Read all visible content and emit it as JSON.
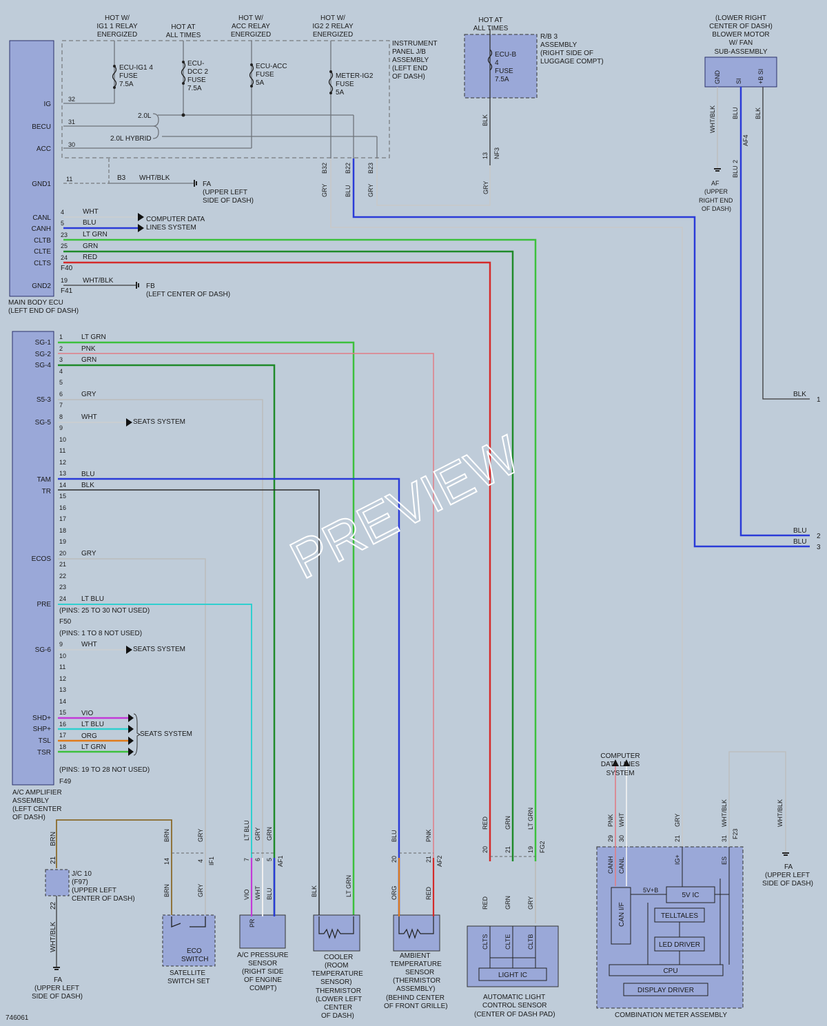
{
  "diagram_id": "746061",
  "watermark": "PREVIEW",
  "colors": {
    "bg": "#bfccd9",
    "comp": "#9aa8d8",
    "compStroke": "#2a2f6a",
    "GRY": "#8a8f97",
    "BLU": "#2a3bd8",
    "LT GRN": "#3cc03c",
    "GRN": "#1f8a2a",
    "RED": "#d42a2a",
    "PNK": "#e07d86",
    "BLK": "#2b2b2b",
    "WHT": "#f4f4f4",
    "WHT/BLK": "#3a3a3a",
    "LT BLU": "#2fcfcf",
    "VIO": "#c23ad8",
    "ORG": "#e07a1a",
    "BRN": "#8a6a2a"
  },
  "headers": [
    {
      "l1": "HOT W/",
      "l2": "IG1 1 RELAY",
      "l3": "ENERGIZED"
    },
    {
      "l1": "HOT AT",
      "l2": "ALL TIMES",
      "l3": ""
    },
    {
      "l1": "HOT W/",
      "l2": "ACC RELAY",
      "l3": "ENERGIZED"
    },
    {
      "l1": "HOT W/",
      "l2": "IG2 2 RELAY",
      "l3": "ENERGIZED"
    },
    {
      "l1": "HOT AT",
      "l2": "ALL TIMES",
      "l3": ""
    }
  ],
  "instrument_jb": [
    "INSTRUMENT",
    "PANEL J/B",
    "ASSEMBLY",
    "(LEFT END",
    "OF DASH)"
  ],
  "rb3": [
    "R/B 3",
    "ASSEMBLY",
    "(RIGHT SIDE OF",
    "LUGGAGE COMPT)"
  ],
  "blower": [
    "(LOWER RIGHT",
    "CENTER OF DASH)",
    "BLOWER MOTOR",
    "W/ FAN",
    "SUB-ASSEMBLY"
  ],
  "fuses": [
    {
      "l1": "ECU-IG1 4",
      "l2": "FUSE",
      "l3": "7.5A"
    },
    {
      "l1": "ECU-",
      "l2": "DCC 2",
      "l3": "FUSE",
      "l4": "7.5A"
    },
    {
      "l1": "ECU-ACC",
      "l2": "FUSE",
      "l3": "5A"
    },
    {
      "l1": "METER-IG2",
      "l2": "FUSE",
      "l3": "5A"
    },
    {
      "l1": "ECU-B",
      "l2": "4",
      "l3": "FUSE",
      "l4": "7.5A"
    }
  ],
  "labels_misc": {
    "l20": "2.0L",
    "hybrid": "2.0L HYBRID",
    "b3": "B3",
    "whtblk": "WHT/BLK",
    "fa": "FA",
    "fa_desc1": "(UPPER LEFT",
    "fa_desc2": "SIDE OF DASH)",
    "fb": "FB",
    "fb_desc": "(LEFT CENTER OF DASH)",
    "cdl1": "COMPUTER DATA",
    "cdl2": "LINES SYSTEM",
    "f40": "F40",
    "f41": "F41",
    "f50": "F50",
    "f49": "F49",
    "b32": "B32",
    "b22": "B22",
    "b23": "B23",
    "nf3": "NF3",
    "af4": "AF4",
    "af": "AF",
    "af_d1": "(UPPER",
    "af_d2": "RIGHT END",
    "af_d3": "OF DASH)",
    "n13": "13",
    "ecu1": "MAIN BODY ECU",
    "ecu2": "(LEFT END OF DASH)",
    "amp1": "A/C AMPLIFIER",
    "amp2": "ASSEMBLY",
    "amp3": "(LEFT CENTER",
    "amp4": "OF DASH)",
    "seats": "SEATS SYSTEM",
    "pins25": "(PINS: 25 TO 30 NOT USED)",
    "pins1": "(PINS: 1 TO 8 NOT USED)",
    "pins19": "(PINS: 19 TO 28 NOT USED)"
  },
  "ecu_pins": [
    "IG",
    "BECU",
    "ACC",
    "GND1",
    "CANL",
    "CANH",
    "CLTB",
    "CLTE",
    "CLTS",
    "GND2"
  ],
  "amp_pins": [
    "SG-1",
    "SG-2",
    "SG-4",
    "S5-3",
    "SG-5",
    "TAM",
    "TR",
    "ECOS",
    "PRE",
    "SG-6",
    "SHD+",
    "SHP+",
    "TSL",
    "TSR"
  ],
  "right_out": {
    "blk": "BLK",
    "blu": "BLU",
    "n1": "1",
    "n2": "2",
    "n3": "3"
  },
  "bottom": {
    "jc10": [
      "J/C 10",
      "(F97)",
      "(UPPER LEFT",
      "CENTER OF DASH)"
    ],
    "sat": [
      "ECO",
      "SWITCH",
      "SATELLITE",
      "SWITCH SET"
    ],
    "acp": [
      "A/C PRESSURE",
      "SENSOR",
      "(RIGHT SIDE",
      "OF ENGINE",
      "COMPT)"
    ],
    "cooler": [
      "COOLER",
      "(ROOM",
      "TEMPERATURE",
      "SENSOR)",
      "THERMISTOR",
      "(LOWER LEFT",
      "CENTER",
      "OF DASH)"
    ],
    "amb": [
      "AMBIENT",
      "TEMPERATURE",
      "SENSOR",
      "(THERMISTOR",
      "ASSEMBLY)",
      "(BEHIND CENTER",
      "OF FRONT GRILLE)"
    ],
    "als": [
      "AUTOMATIC LIGHT",
      "CONTROL SENSOR",
      "(CENTER OF DASH PAD)"
    ],
    "meter": "COMBINATION METER ASSEMBLY",
    "cdl": [
      "COMPUTER",
      "DATA LINES",
      "SYSTEM"
    ],
    "lightic": "LIGHT IC",
    "canif": "CAN I/F",
    "v5ic": "5V IC",
    "telltales": "TELLTALES",
    "led": "LED DRIVER",
    "cpu": "CPU",
    "disp": "DISPLAY DRIVER",
    "v5b": "5V+B",
    "canh": "CANH",
    "canl": "CANL",
    "ig": "IG+",
    "es": "ES",
    "clts": "CLTS",
    "clte": "CLTE",
    "cltb": "CLTB",
    "pr": "PR",
    "if1": "IF1",
    "af1": "AF1",
    "af2": "AF2",
    "fg2": "FG2",
    "f23": "F23"
  }
}
